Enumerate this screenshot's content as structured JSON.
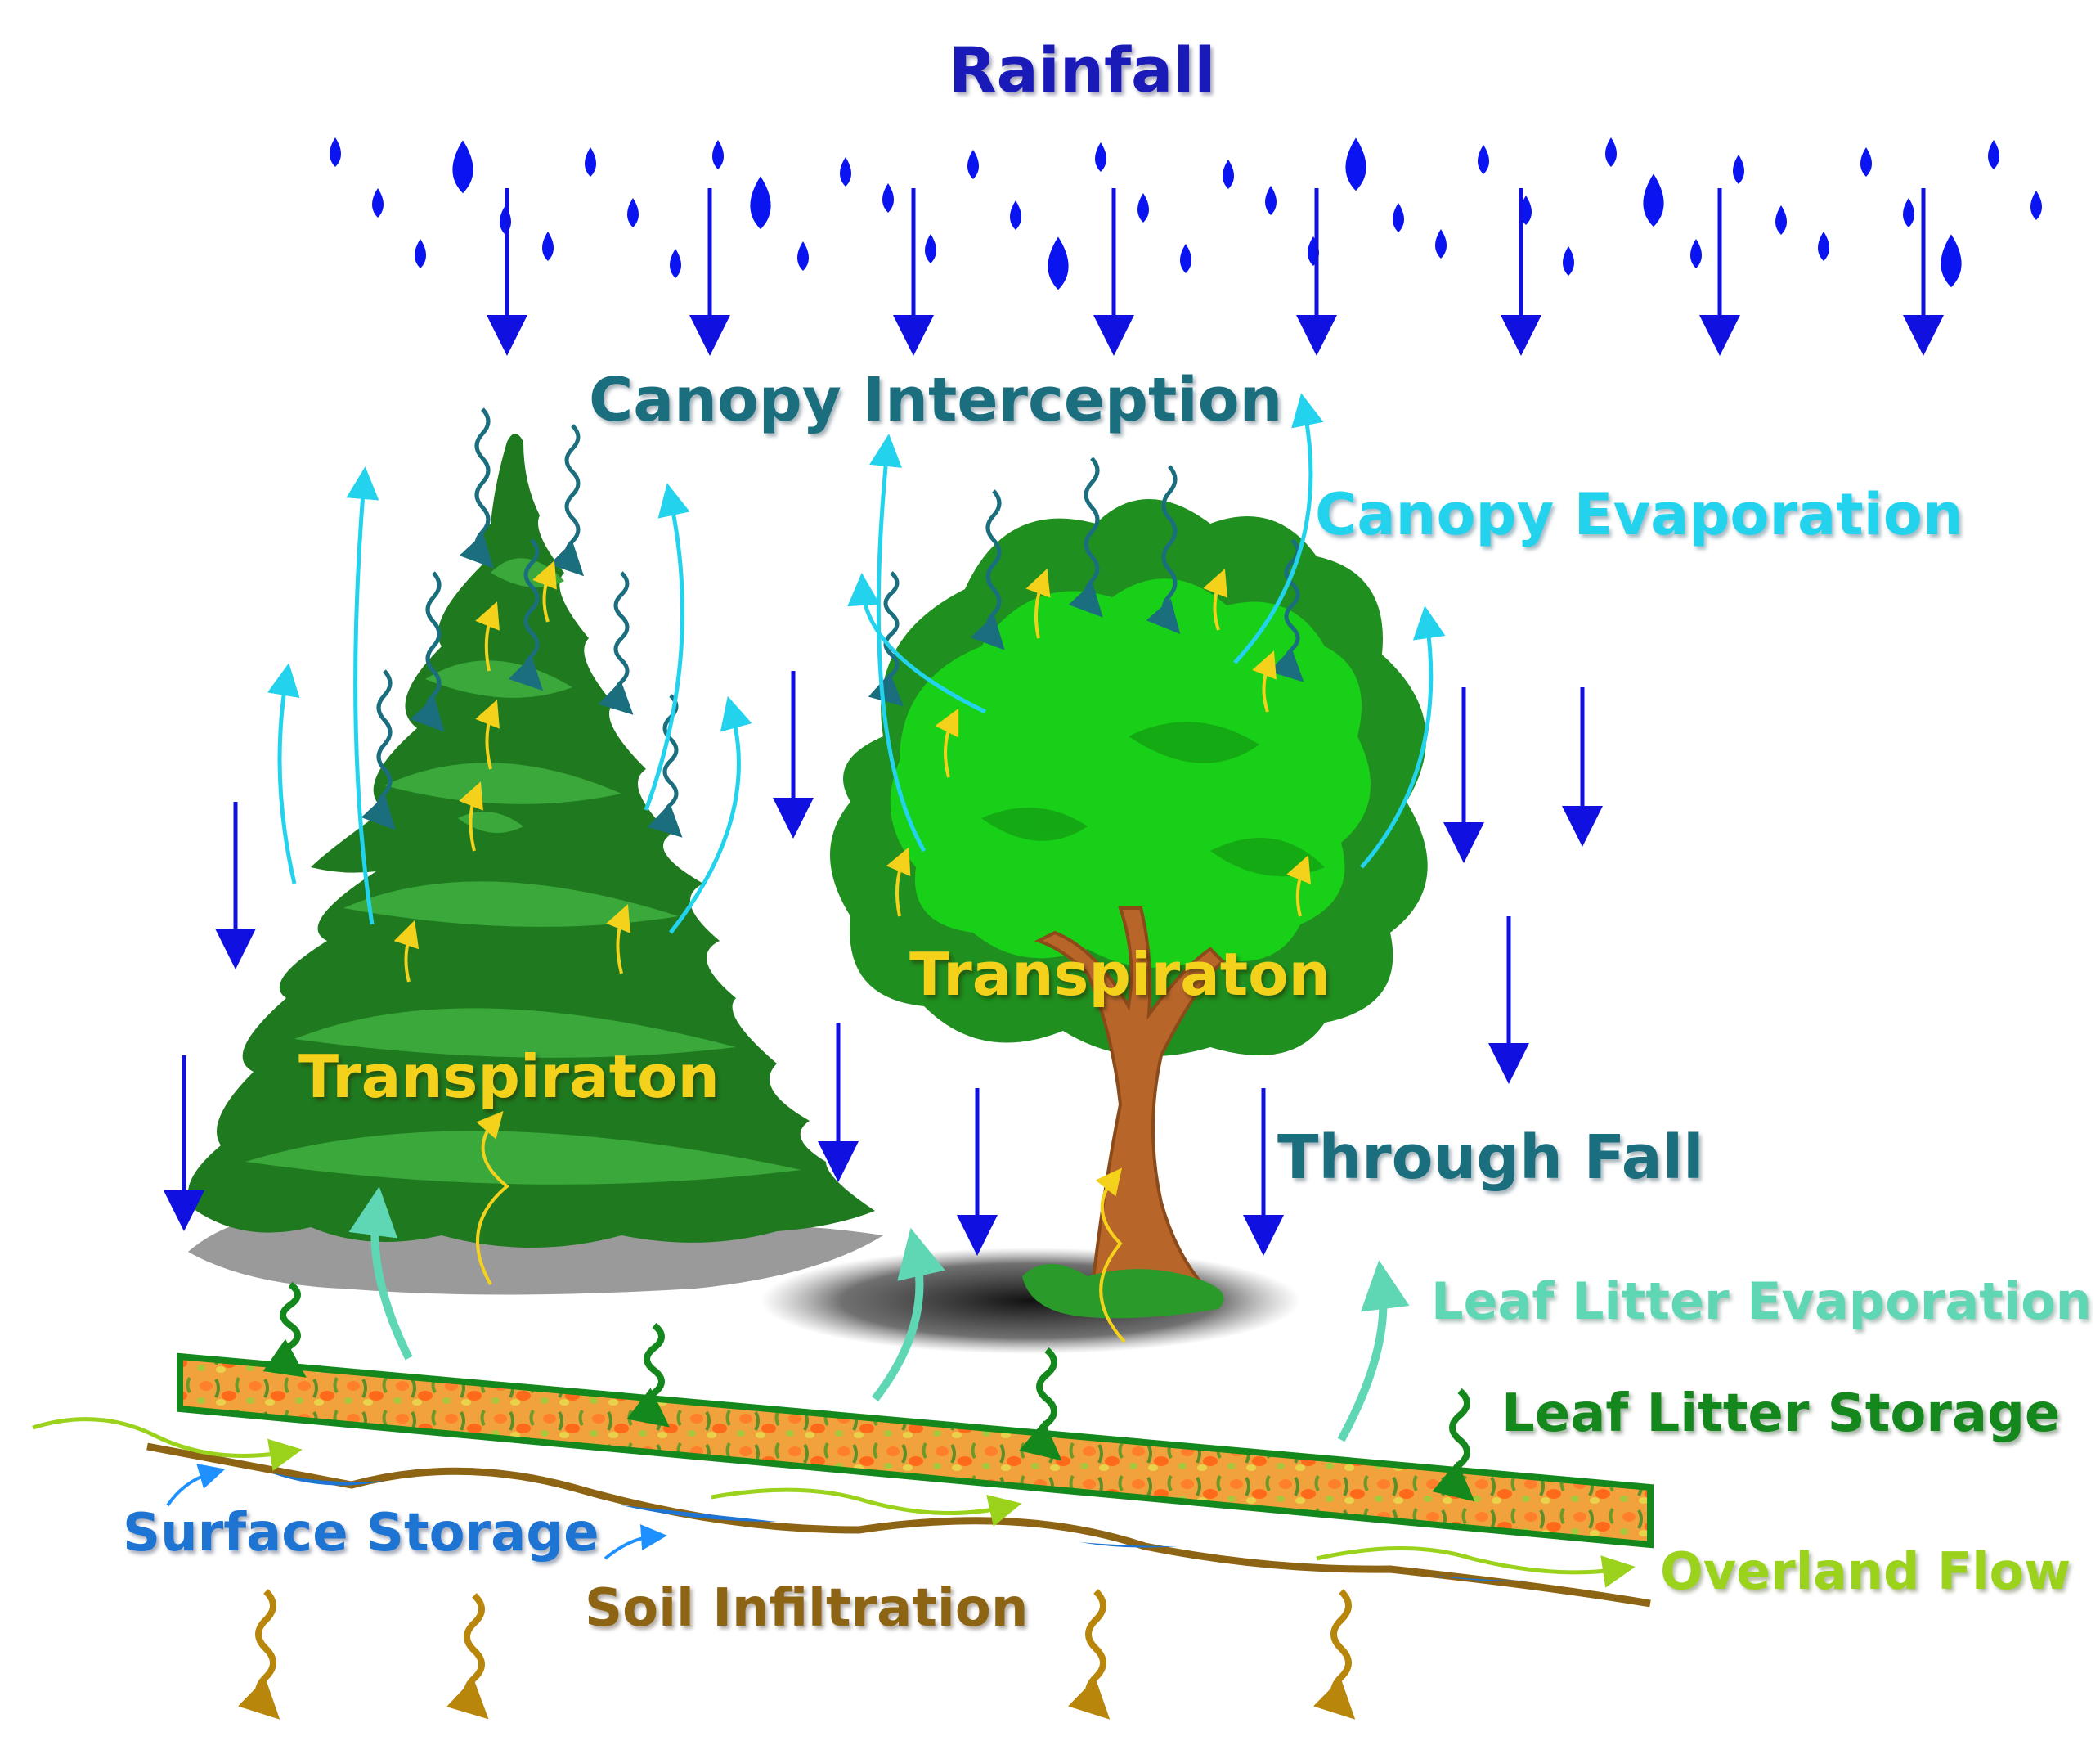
{
  "labels": {
    "rainfall": "Rainfall",
    "canopy_interception": "Canopy Interception",
    "canopy_evaporation": "Canopy Evaporation",
    "transpiration_conifer": "Transpiraton",
    "transpiration_broadleaf": "Transpiraton",
    "through_fall": "Through Fall",
    "leaf_litter_evaporation": "Leaf Litter Evaporation",
    "leaf_litter_storage": "Leaf Litter Storage",
    "surface_storage": "Surface Storage",
    "overland_flow": "Overland Flow",
    "soil_infiltration": "Soil Infiltration"
  },
  "colors": {
    "rainfall": "#1a1ab8",
    "raindrop": "#0a14f0",
    "through_fall_arrow": "#1010e0",
    "interception": "#1b6e7e",
    "canopy_evaporation": "#23d3ee",
    "transpiration": "#f4d21c",
    "leaf_litter_evaporation": "#5fd6b4",
    "leaf_litter_storage": "#14881c",
    "surface_storage": "#1e74d2",
    "overland_flow": "#9ad21c",
    "soil_infiltration": "#b8860b",
    "conifer_dark": "#1f7a1f",
    "conifer_light": "#3aa83a",
    "broadleaf_dark": "#1f8f1f",
    "broadleaf_light": "#18d018",
    "trunk": "#b8652a"
  }
}
